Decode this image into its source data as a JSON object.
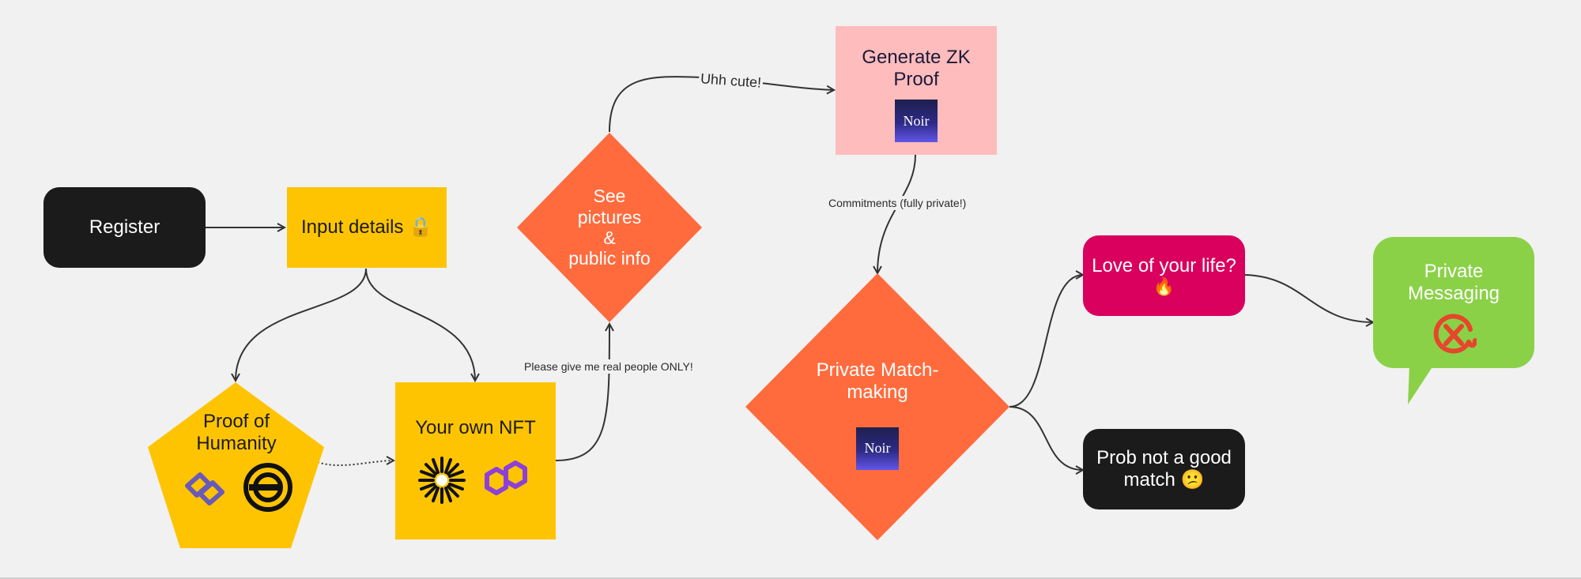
{
  "nodes": {
    "register": "Register",
    "input_details": "Input details 🔒",
    "proof_of_humanity_line1": "Proof of",
    "proof_of_humanity_line2": "Humanity",
    "your_own_nft": "Your own NFT",
    "see_pictures_line1": "See",
    "see_pictures_line2": "pictures",
    "see_pictures_line3": "&",
    "see_pictures_line4": "public info",
    "generate_zk_line1": "Generate ZK",
    "generate_zk_line2": "Proof",
    "private_match_line1": "Private Match-",
    "private_match_line2": "making",
    "love_line1": "Love of your life?",
    "love_line2": "🔥",
    "prob_not_line1": "Prob not a good",
    "prob_not_line2": "match 😕",
    "private_messaging_line1": "Private",
    "private_messaging_line2": "Messaging"
  },
  "badges": {
    "noir_top": "Noir",
    "noir_bottom": "Noir"
  },
  "edge_labels": {
    "uhh_cute": "Uhh cute!",
    "commitments": "Commitments (fully private!)",
    "real_people": "Please give me real people ONLY!"
  },
  "icons": {
    "proof_of_humanity": [
      "proof-of-humanity-logo-icon",
      "worldcoin-logo-icon"
    ],
    "your_own_nft": [
      "sunburst-logo-icon",
      "polygon-logo-icon"
    ],
    "private_messaging": [
      "xmtp-logo-icon"
    ]
  },
  "colors": {
    "background": "#f1f1f1",
    "black_node": "#1b1b1b",
    "yellow": "#fec402",
    "orange": "#ff6b3d",
    "pink": "#ffbcbc",
    "magenta": "#d9005e",
    "green": "#8bd148",
    "purple": "#8d40d8",
    "xmtp_red": "#e5462c"
  }
}
